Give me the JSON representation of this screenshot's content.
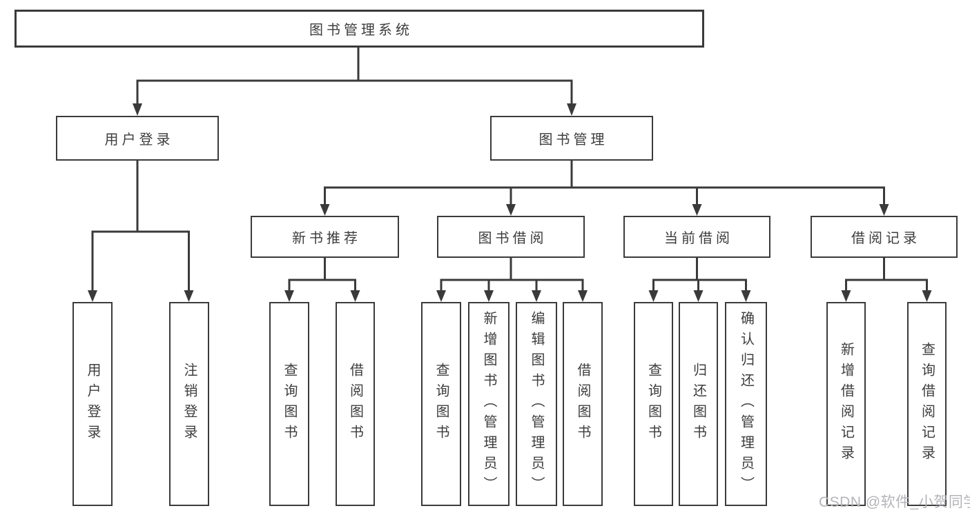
{
  "diagram": {
    "tree": {
      "label": "图书管理系统",
      "children": [
        {
          "label": "用户登录",
          "children": [
            {
              "label": "用户登录"
            },
            {
              "label": "注销登录"
            }
          ]
        },
        {
          "label": "图书管理",
          "children": [
            {
              "label": "新书推荐",
              "children": [
                {
                  "label": "查询图书"
                },
                {
                  "label": "借阅图书"
                }
              ]
            },
            {
              "label": "图书借阅",
              "children": [
                {
                  "label": "查询图书"
                },
                {
                  "label": "新增图书（管理员）"
                },
                {
                  "label": "编辑图书（管理员）"
                },
                {
                  "label": "借阅图书"
                }
              ]
            },
            {
              "label": "当前借阅",
              "children": [
                {
                  "label": "查询图书"
                },
                {
                  "label": "归还图书"
                },
                {
                  "label": "确认归还（管理员）"
                }
              ]
            },
            {
              "label": "借阅记录",
              "children": [
                {
                  "label": "新增借阅记录"
                },
                {
                  "label": "查询借阅记录"
                }
              ]
            }
          ]
        }
      ]
    }
  },
  "watermark": {
    "text": "CSDN @软件_小贺同学"
  },
  "colors": {
    "line": "#3a3a3a",
    "box_border": "#3a3a3a",
    "box_fill": "#ffffff",
    "text": "#3d3d3d",
    "watermark": "#b4b4b9",
    "background": "#ffffff"
  }
}
